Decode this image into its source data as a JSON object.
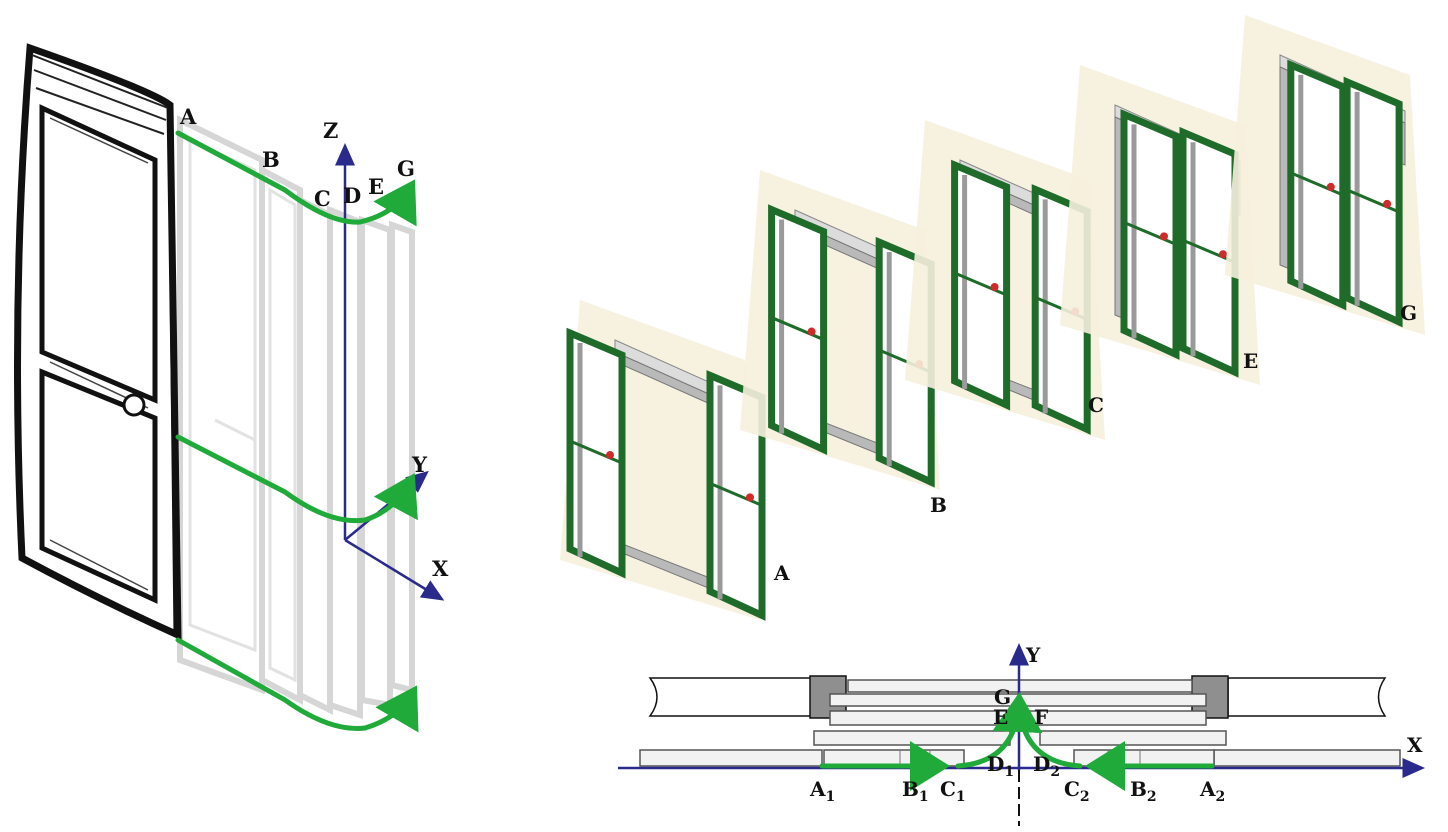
{
  "colors": {
    "path_green": "#1faa3a",
    "axis_blue": "#2a2a8c",
    "frame_green": "#1f6b2a",
    "wall_beige": "#f6efdd",
    "rail_gray": "#b9b9b9",
    "handle_red": "#d12a2a",
    "ghost_gray": "#d8d8d8"
  },
  "left_view": {
    "points": [
      "A",
      "B",
      "C",
      "D",
      "E",
      "G"
    ],
    "axes": [
      "Z",
      "Y",
      "X"
    ]
  },
  "sequence": {
    "stages": [
      "A",
      "B",
      "C",
      "E",
      "G"
    ]
  },
  "plan_view": {
    "axes": [
      "Y",
      "X"
    ],
    "points": [
      "G",
      "E",
      "F"
    ],
    "left_points": [
      {
        "main": "A",
        "sub": "1"
      },
      {
        "main": "B",
        "sub": "1"
      },
      {
        "main": "C",
        "sub": "1"
      },
      {
        "main": "D",
        "sub": "1"
      }
    ],
    "right_points": [
      {
        "main": "D",
        "sub": "2"
      },
      {
        "main": "C",
        "sub": "2"
      },
      {
        "main": "B",
        "sub": "2"
      },
      {
        "main": "A",
        "sub": "2"
      }
    ]
  }
}
